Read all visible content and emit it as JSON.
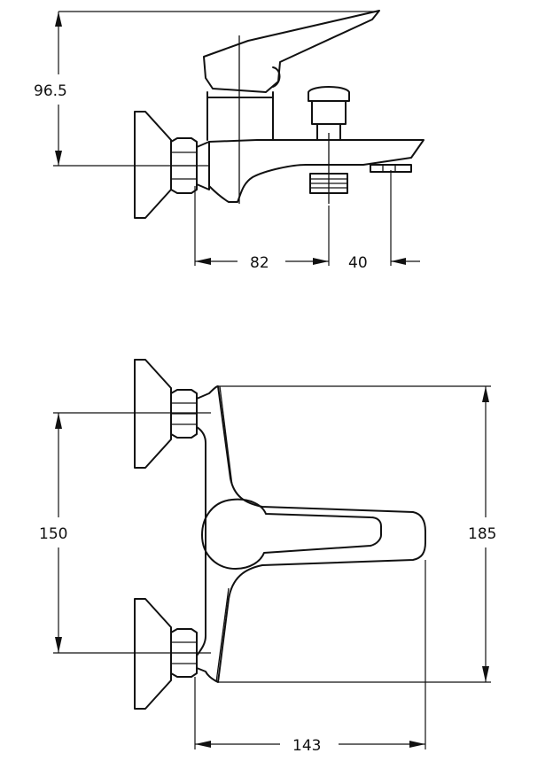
{
  "dimensions": {
    "side_height": "96.5",
    "side_depth": "82",
    "side_spout": "40",
    "top_inlet_spacing": "150",
    "top_body_width": "185",
    "top_depth": "143"
  },
  "colors": {
    "line": "#111111",
    "background": "#ffffff"
  }
}
